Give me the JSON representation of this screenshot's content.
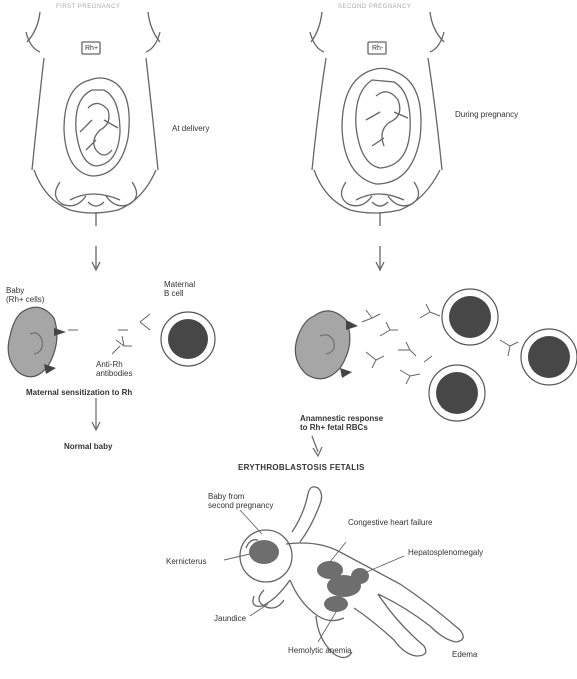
{
  "panels": {
    "first": {
      "title": "FIRST PREGNANCY",
      "rh_label": "Rh+",
      "delivery_label": "At delivery",
      "baby_label": "Baby\n(Rh+ cells)",
      "antibodies_label": "Anti-Rh\nantibodies",
      "maternal_cell_label": "Maternal\nB cell",
      "sensitization_label": "Maternal sensitization to Rh",
      "outcome_label": "Normal baby"
    },
    "second": {
      "title": "SECOND PREGNANCY",
      "rh_label": "Rh-",
      "during_label": "During pregnancy",
      "response_label": "Anamnestic response\nto Rh+ fetal RBCs",
      "outcome_label": "ERYTHROBLASTOSIS FETALIS"
    }
  },
  "baby_labels": {
    "baby": "Baby from\nsecond pregnancy",
    "chf": "Congestive heart failure",
    "hsm": "Hepatosplenomegaly",
    "kernicterus": "Kernicterus",
    "jaundice": "Jaundice",
    "anemia": "Hemolytic anemia",
    "edema": "Edema"
  },
  "colors": {
    "line": "#666666",
    "rbc_fill": "#a6a6a6",
    "cell_nucleus": "#474747",
    "organ_fill": "#6e6e6e"
  }
}
